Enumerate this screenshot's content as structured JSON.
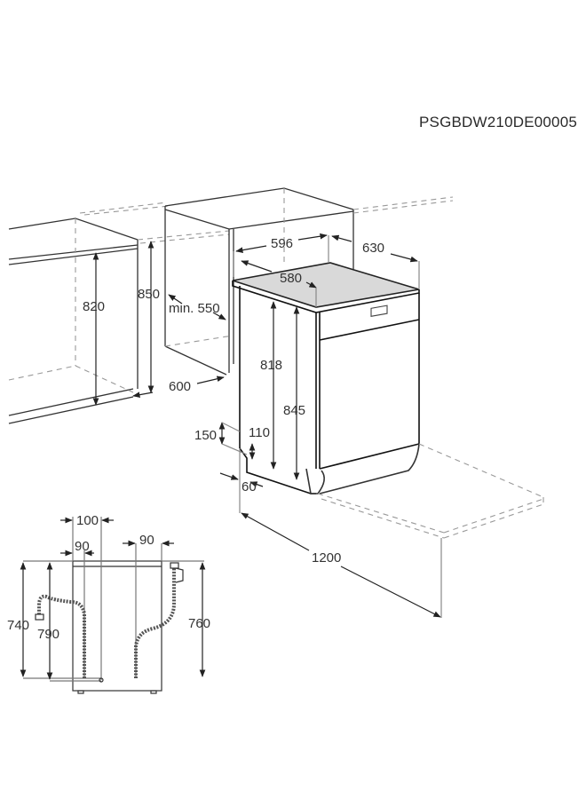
{
  "diagram": {
    "model_code": "PSGBDW210DE00005",
    "main_view": {
      "niche_height_min": "820",
      "niche_height_max": "850",
      "niche_depth_min": "min. 550",
      "niche_width": "600",
      "appliance_width": "596",
      "appliance_depth": "630",
      "worktop_depth": "580",
      "height_under_worktop": "818",
      "appliance_height": "845",
      "plinth_height": "150",
      "plinth_recess_height": "110",
      "plinth_depth": "60",
      "door_open_depth": "1200"
    },
    "hose_view": {
      "inlet_offset": "100",
      "left_hose_offset": "90",
      "right_hose_offset": "90",
      "inlet_hose_height": "740",
      "drain_max_height": "790",
      "drain_hose_height": "760"
    }
  }
}
